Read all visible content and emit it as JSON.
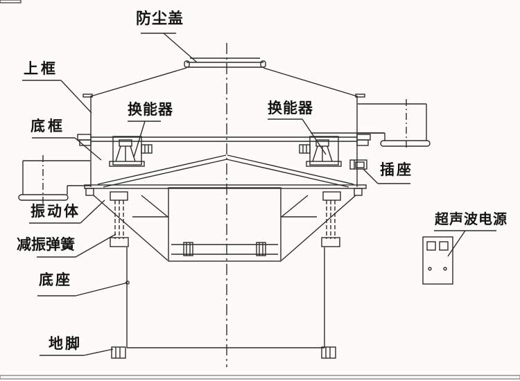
{
  "diagram": {
    "labels": {
      "dust_cover": "防尘盖",
      "upper_frame": "上框",
      "transducer_left": "换能器",
      "transducer_right": "换能器",
      "bottom_frame": "底框",
      "socket": "插座",
      "vibration_body": "振动体",
      "damping_spring": "减振弹簧",
      "base": "底座",
      "anchor_foot": "地脚",
      "ultrasonic_power": "超声波电源"
    },
    "colors": {
      "line": "#2b2b2b",
      "label_text": "#141414",
      "background": "#fcfbf8",
      "flange_fill": "#1e1e1e"
    }
  }
}
